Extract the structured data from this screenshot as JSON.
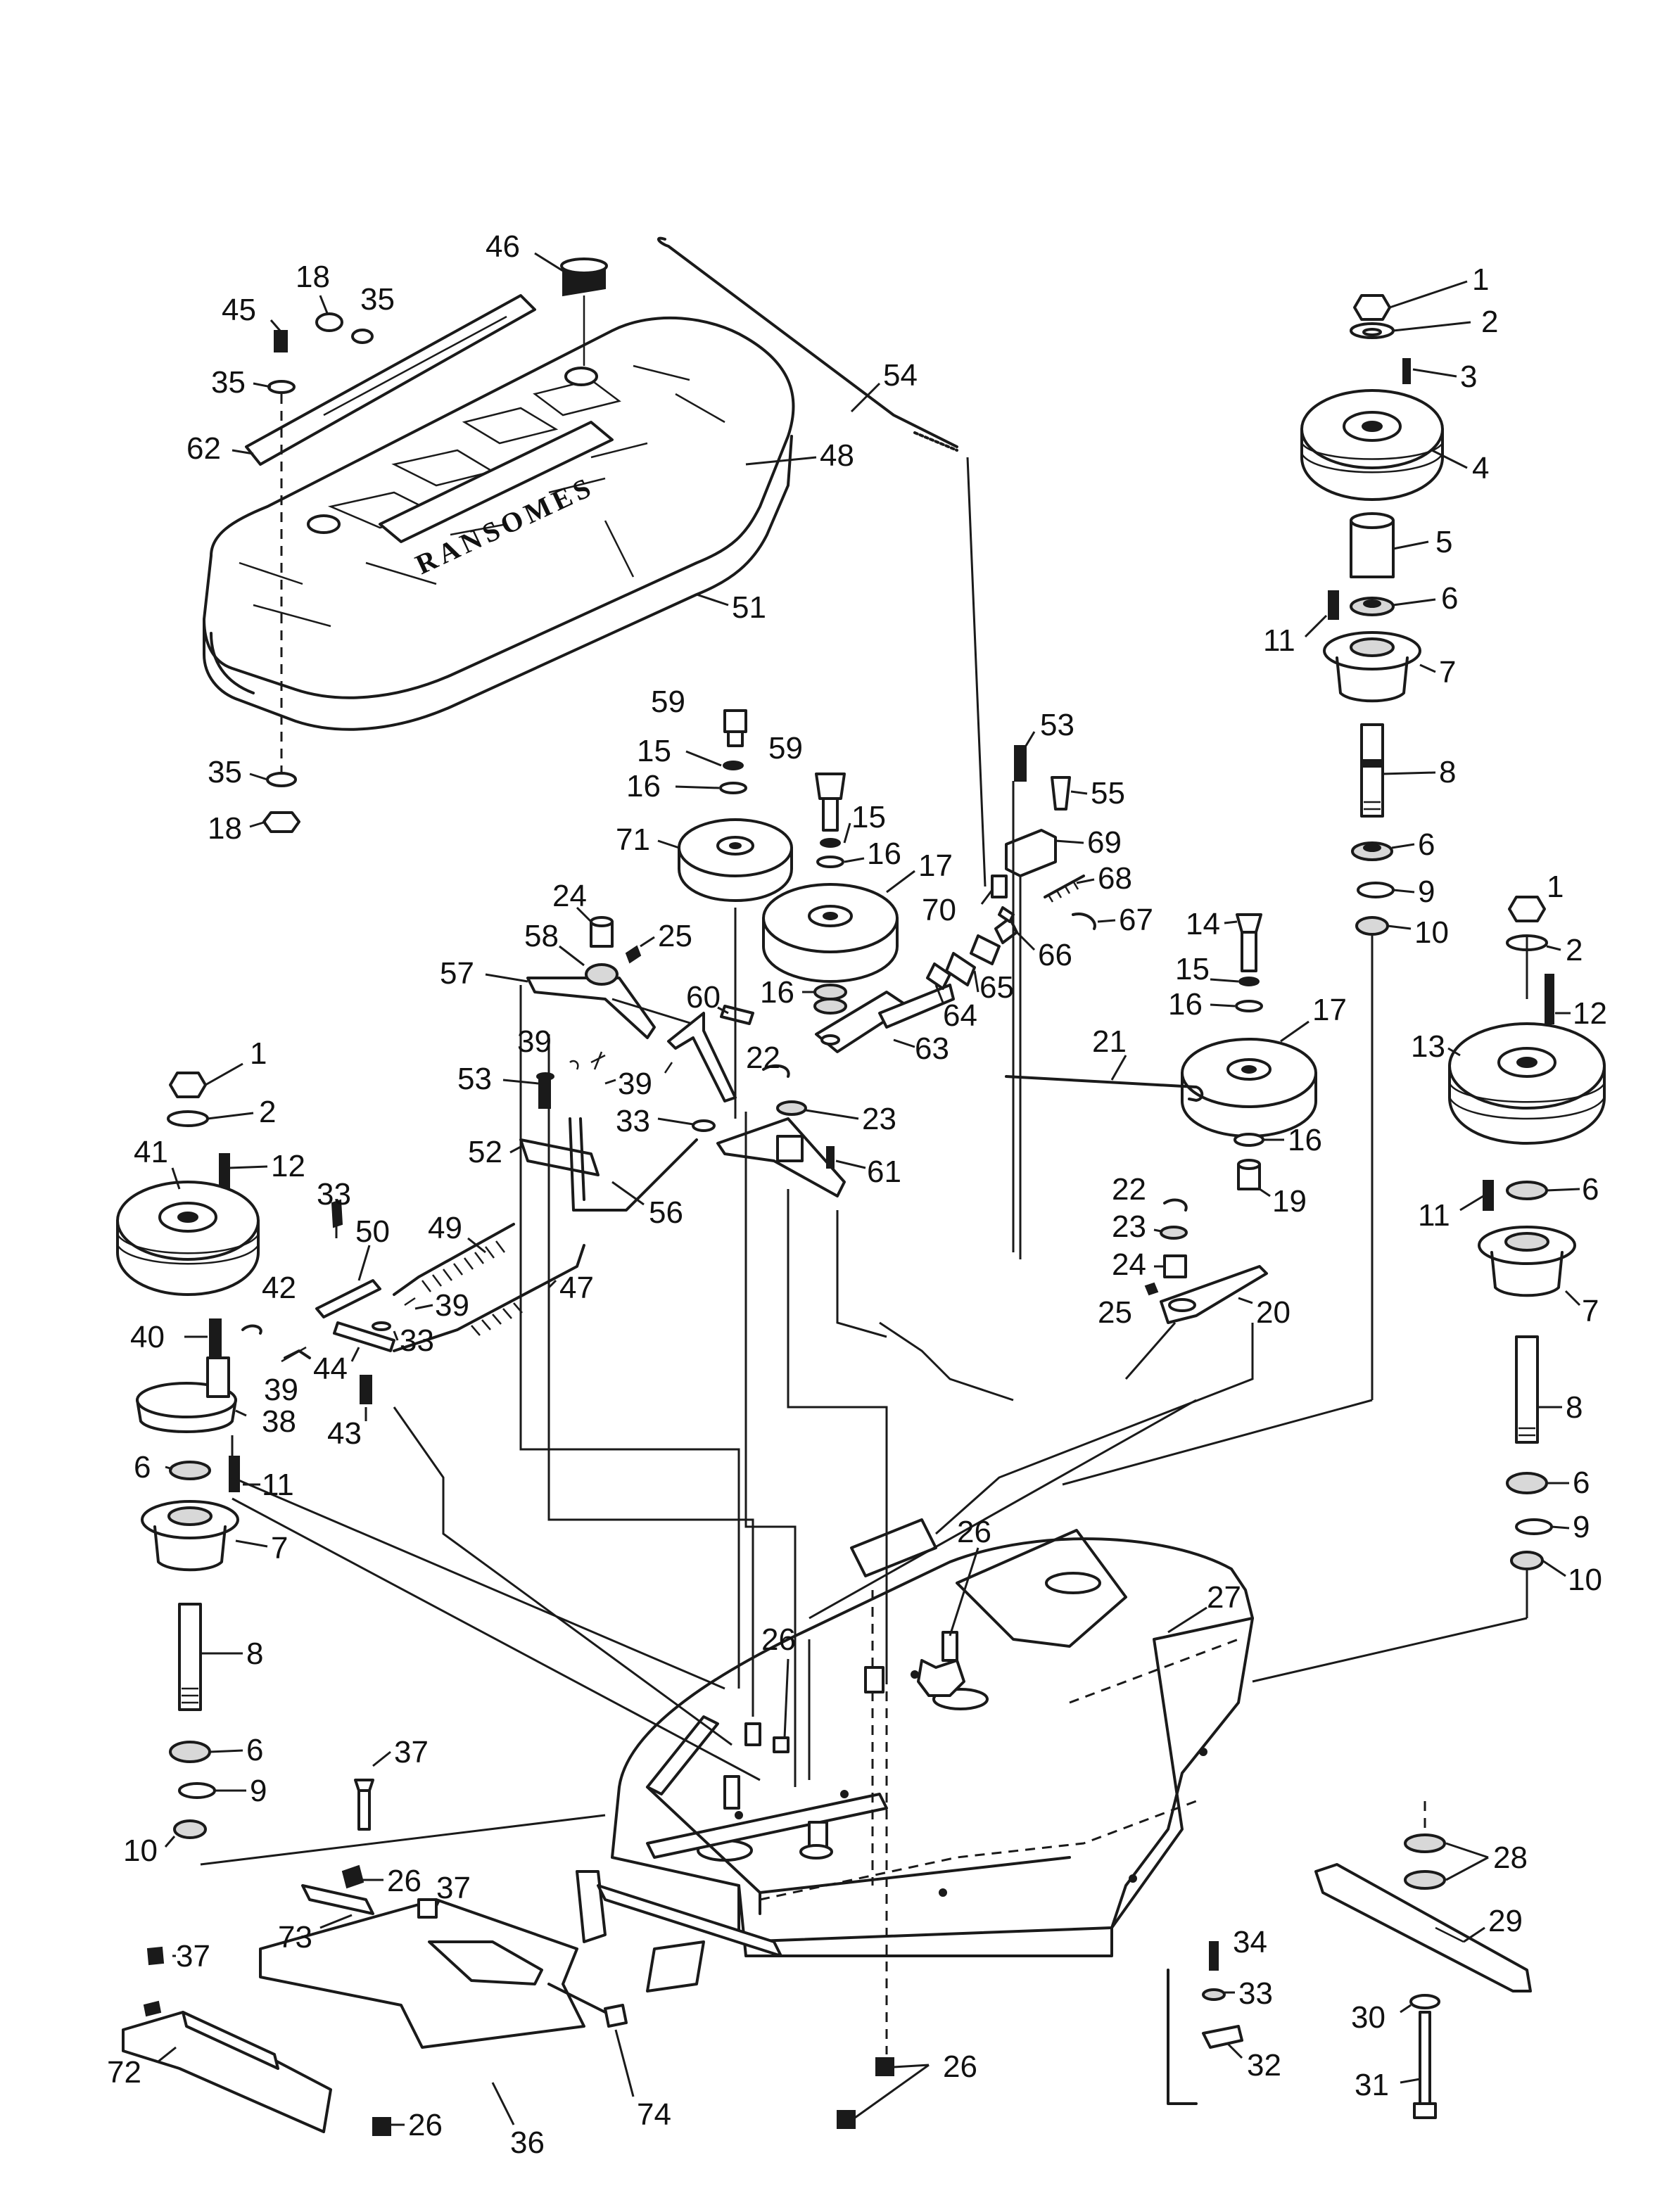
{
  "brand_text": "RANSOMES",
  "callouts": [
    {
      "id": "c46",
      "text": "46"
    },
    {
      "id": "c18a",
      "text": "18"
    },
    {
      "id": "c35a",
      "text": "35"
    },
    {
      "id": "c45",
      "text": "45"
    },
    {
      "id": "c35b",
      "text": "35"
    },
    {
      "id": "c62",
      "text": "62"
    },
    {
      "id": "c54",
      "text": "54"
    },
    {
      "id": "c48",
      "text": "48"
    },
    {
      "id": "c51",
      "text": "51"
    },
    {
      "id": "c35c",
      "text": "35"
    },
    {
      "id": "c18b",
      "text": "18"
    },
    {
      "id": "c1a",
      "text": "1"
    },
    {
      "id": "c2a",
      "text": "2"
    },
    {
      "id": "c3",
      "text": "3"
    },
    {
      "id": "c4",
      "text": "4"
    },
    {
      "id": "c5",
      "text": "5"
    },
    {
      "id": "c6a",
      "text": "6"
    },
    {
      "id": "c11a",
      "text": "11"
    },
    {
      "id": "c7a",
      "text": "7"
    },
    {
      "id": "c8a",
      "text": "8"
    },
    {
      "id": "c6b",
      "text": "6"
    },
    {
      "id": "c9a",
      "text": "9"
    },
    {
      "id": "c10a",
      "text": "10"
    },
    {
      "id": "c59a",
      "text": "59"
    },
    {
      "id": "c15a",
      "text": "15"
    },
    {
      "id": "c16a",
      "text": "16"
    },
    {
      "id": "c59b",
      "text": "59"
    },
    {
      "id": "c15b",
      "text": "15"
    },
    {
      "id": "c16b",
      "text": "16"
    },
    {
      "id": "c71",
      "text": "71"
    },
    {
      "id": "c17a",
      "text": "17"
    },
    {
      "id": "c53a",
      "text": "53"
    },
    {
      "id": "c55",
      "text": "55"
    },
    {
      "id": "c69",
      "text": "69"
    },
    {
      "id": "c68",
      "text": "68"
    },
    {
      "id": "c70",
      "text": "70"
    },
    {
      "id": "c67",
      "text": "67"
    },
    {
      "id": "c66",
      "text": "66"
    },
    {
      "id": "c65",
      "text": "65"
    },
    {
      "id": "c64",
      "text": "64"
    },
    {
      "id": "c16c",
      "text": "16"
    },
    {
      "id": "c63",
      "text": "63"
    },
    {
      "id": "c24a",
      "text": "24"
    },
    {
      "id": "c25a",
      "text": "25"
    },
    {
      "id": "c58",
      "text": "58"
    },
    {
      "id": "c57",
      "text": "57"
    },
    {
      "id": "c60",
      "text": "60"
    },
    {
      "id": "c22a",
      "text": "22"
    },
    {
      "id": "c23a",
      "text": "23"
    },
    {
      "id": "c61",
      "text": "61"
    },
    {
      "id": "c39a",
      "text": "39"
    },
    {
      "id": "c39b",
      "text": "39"
    },
    {
      "id": "c53b",
      "text": "53"
    },
    {
      "id": "c52",
      "text": "52"
    },
    {
      "id": "c33a",
      "text": "33"
    },
    {
      "id": "c56",
      "text": "56"
    },
    {
      "id": "c14",
      "text": "14"
    },
    {
      "id": "c15c",
      "text": "15"
    },
    {
      "id": "c16d",
      "text": "16"
    },
    {
      "id": "c17b",
      "text": "17"
    },
    {
      "id": "c16e",
      "text": "16"
    },
    {
      "id": "c21",
      "text": "21"
    },
    {
      "id": "c19",
      "text": "19"
    },
    {
      "id": "c22b",
      "text": "22"
    },
    {
      "id": "c23b",
      "text": "23"
    },
    {
      "id": "c24b",
      "text": "24"
    },
    {
      "id": "c25b",
      "text": "25"
    },
    {
      "id": "c20",
      "text": "20"
    },
    {
      "id": "c1b",
      "text": "1"
    },
    {
      "id": "c2b",
      "text": "2"
    },
    {
      "id": "c12a",
      "text": "12"
    },
    {
      "id": "c13",
      "text": "13"
    },
    {
      "id": "c6c",
      "text": "6"
    },
    {
      "id": "c11b",
      "text": "11"
    },
    {
      "id": "c7b",
      "text": "7"
    },
    {
      "id": "c8b",
      "text": "8"
    },
    {
      "id": "c6d",
      "text": "6"
    },
    {
      "id": "c9b",
      "text": "9"
    },
    {
      "id": "c10b",
      "text": "10"
    },
    {
      "id": "c1c",
      "text": "1"
    },
    {
      "id": "c2c",
      "text": "2"
    },
    {
      "id": "c41",
      "text": "41"
    },
    {
      "id": "c12b",
      "text": "12"
    },
    {
      "id": "c33b",
      "text": "33"
    },
    {
      "id": "c50",
      "text": "50"
    },
    {
      "id": "c49",
      "text": "49"
    },
    {
      "id": "c42",
      "text": "42"
    },
    {
      "id": "c39c",
      "text": "39"
    },
    {
      "id": "c40",
      "text": "40"
    },
    {
      "id": "c33c",
      "text": "33"
    },
    {
      "id": "c44",
      "text": "44"
    },
    {
      "id": "c47",
      "text": "47"
    },
    {
      "id": "c39d",
      "text": "39"
    },
    {
      "id": "c38",
      "text": "38"
    },
    {
      "id": "c43",
      "text": "43"
    },
    {
      "id": "c6e",
      "text": "6"
    },
    {
      "id": "c11c",
      "text": "11"
    },
    {
      "id": "c7c",
      "text": "7"
    },
    {
      "id": "c8c",
      "text": "8"
    },
    {
      "id": "c6f",
      "text": "6"
    },
    {
      "id": "c9c",
      "text": "9"
    },
    {
      "id": "c10c",
      "text": "10"
    },
    {
      "id": "c26a",
      "text": "26"
    },
    {
      "id": "c27",
      "text": "27"
    },
    {
      "id": "c26b",
      "text": "26"
    },
    {
      "id": "c28",
      "text": "28"
    },
    {
      "id": "c29",
      "text": "29"
    },
    {
      "id": "c37a",
      "text": "37"
    },
    {
      "id": "c26c",
      "text": "26"
    },
    {
      "id": "c37b",
      "text": "37"
    },
    {
      "id": "c73",
      "text": "73"
    },
    {
      "id": "c37c",
      "text": "37"
    },
    {
      "id": "c34",
      "text": "34"
    },
    {
      "id": "c33d",
      "text": "33"
    },
    {
      "id": "c30",
      "text": "30"
    },
    {
      "id": "c32",
      "text": "32"
    },
    {
      "id": "c31",
      "text": "31"
    },
    {
      "id": "c72",
      "text": "72"
    },
    {
      "id": "c26d",
      "text": "26"
    },
    {
      "id": "c36",
      "text": "36"
    },
    {
      "id": "c74",
      "text": "74"
    },
    {
      "id": "c26e",
      "text": "26"
    }
  ]
}
